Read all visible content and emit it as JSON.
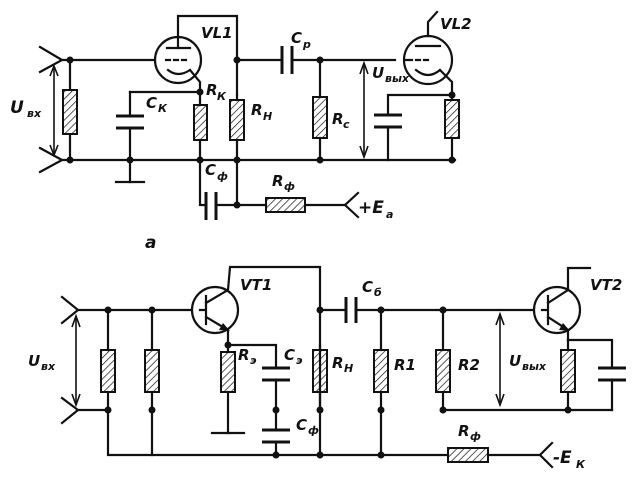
{
  "circuit_a": {
    "tube1": "VL1",
    "tube2": "VL2",
    "u_in": "U",
    "u_in_sub": "вх",
    "u_out": "U",
    "u_out_sub": "вых",
    "c_k": "C",
    "c_k_sub": "К",
    "r_k": "R",
    "r_k_sub": "К",
    "r_n": "R",
    "r_n_sub": "Н",
    "c_p": "C",
    "c_p_sub": "р",
    "r_c": "R",
    "r_c_sub": "с",
    "c_f": "C",
    "c_f_sub": "ф",
    "r_f": "R",
    "r_f_sub": "ф",
    "supply": "+E",
    "supply_sub": "а",
    "caption": "а"
  },
  "circuit_b": {
    "trans1": "VT1",
    "trans2": "VT2",
    "u_in": "U",
    "u_in_sub": "вх",
    "u_out": "U",
    "u_out_sub": "вых",
    "r_e": "R",
    "r_e_sub": "э",
    "c_e": "C",
    "c_e_sub": "э",
    "r_n": "R",
    "r_n_sub": "Н",
    "c_b": "C",
    "c_b_sub": "б",
    "r1": "R1",
    "r2": "R2",
    "c_f": "C",
    "c_f_sub": "ф",
    "r_f": "R",
    "r_f_sub": "ф",
    "supply": "-E",
    "supply_sub": "К"
  }
}
